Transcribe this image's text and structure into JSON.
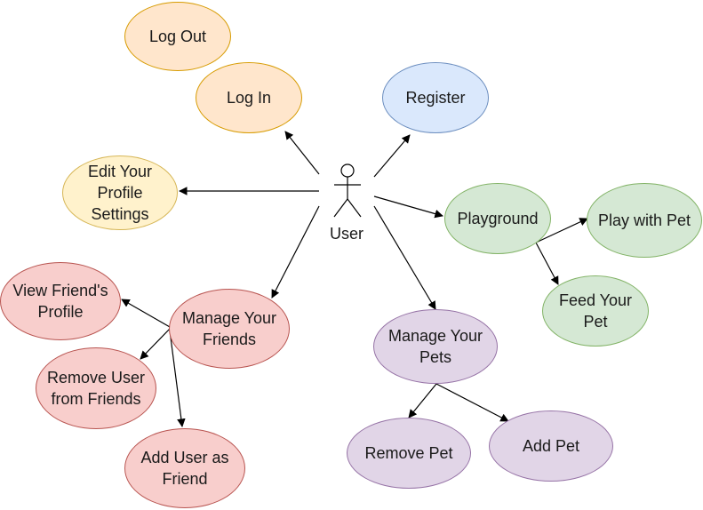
{
  "actor": {
    "label": "User",
    "icon": "stick-figure-icon"
  },
  "use_cases": {
    "logout": "Log Out",
    "login": "Log In",
    "register": "Register",
    "edit_profile": "Edit Your\nProfile\nSettings",
    "playground": "Playground",
    "play_with_pet": "Play with Pet",
    "feed_pet": "Feed Your\nPet",
    "manage_friends": "Manage Your\nFriends",
    "view_friend_profile": "View Friend's\nProfile",
    "remove_user": "Remove User\nfrom Friends",
    "add_user": "Add User as\nFriend",
    "manage_pets": "Manage Your\nPets",
    "remove_pet": "Remove Pet",
    "add_pet": "Add Pet"
  },
  "colors": {
    "orange_fill": "#ffe6cc",
    "orange_stroke": "#d79b00",
    "blue_fill": "#dae8fc",
    "blue_stroke": "#6c8ebf",
    "yellow_fill": "#fff2cc",
    "yellow_stroke": "#d6b656",
    "green_fill": "#d5e8d4",
    "green_stroke": "#82b366",
    "red_fill": "#f8cecc",
    "red_stroke": "#b85450",
    "purple_fill": "#e1d5e7",
    "purple_stroke": "#9673a6"
  }
}
